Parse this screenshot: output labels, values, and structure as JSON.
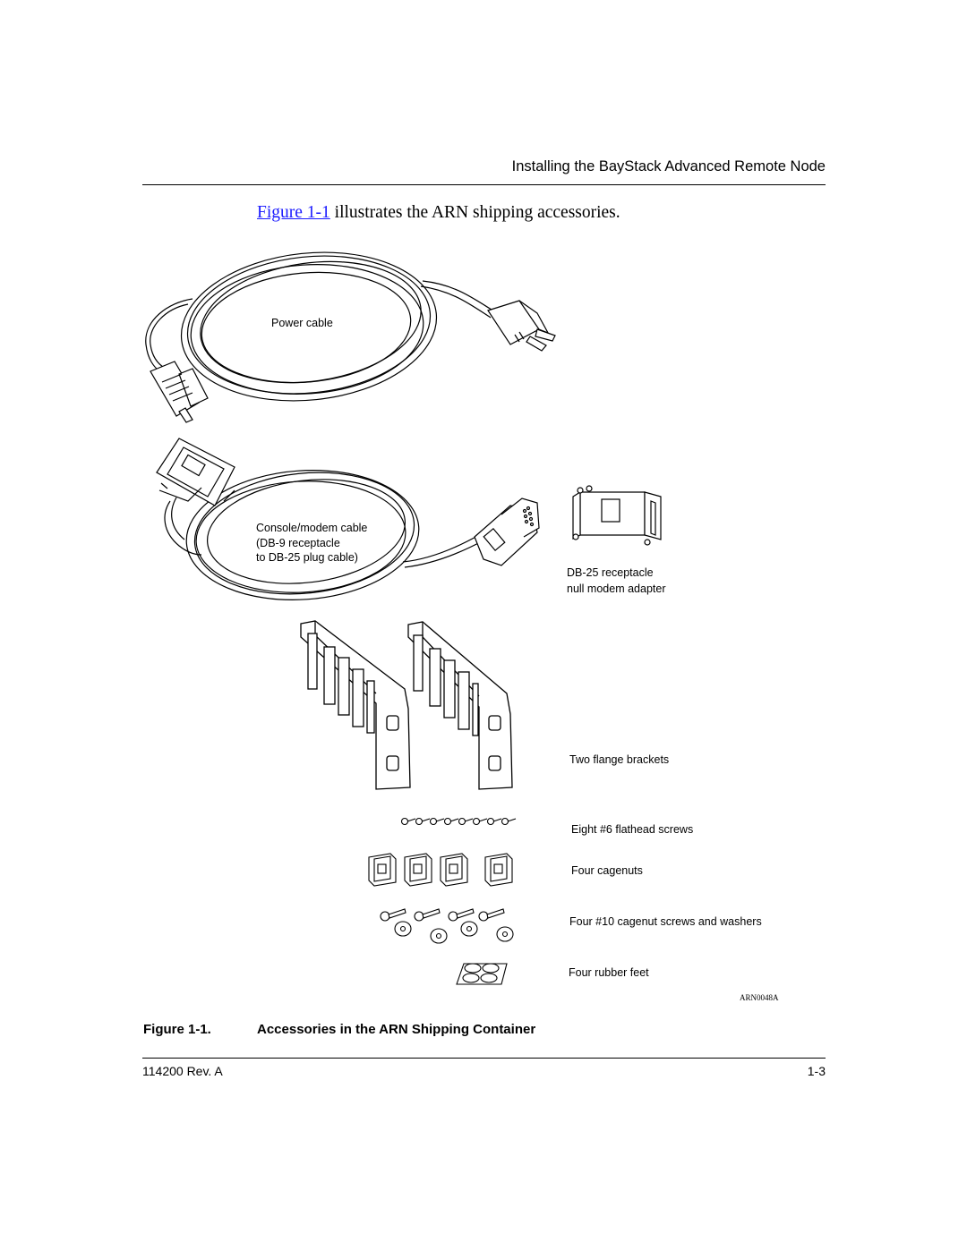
{
  "header": {
    "running_title": "Installing the BayStack Advanced Remote Node"
  },
  "intro": {
    "xref_label": "Figure 1-1",
    "text": " illustrates the ARN shipping accessories."
  },
  "figure": {
    "labels": {
      "power_cable": "Power cable",
      "console_cable_line1": "Console/modem cable",
      "console_cable_line2": "(DB-9 receptacle",
      "console_cable_line3": "to DB-25 plug cable)",
      "adapter_line1": "DB-25 receptacle",
      "adapter_line2": "null modem adapter",
      "brackets": "Two flange brackets",
      "screws": "Eight #6 flathead screws",
      "cagenuts": "Four cagenuts",
      "cagenut_screws": "Four #10 cagenut screws and washers",
      "feet": "Four rubber feet"
    },
    "art_code": "ARN0048A"
  },
  "caption": {
    "number": "Figure 1-1.",
    "title": "Accessories in the ARN Shipping Container"
  },
  "footer": {
    "doc_number": "114200 Rev. A",
    "page": "1-3"
  }
}
